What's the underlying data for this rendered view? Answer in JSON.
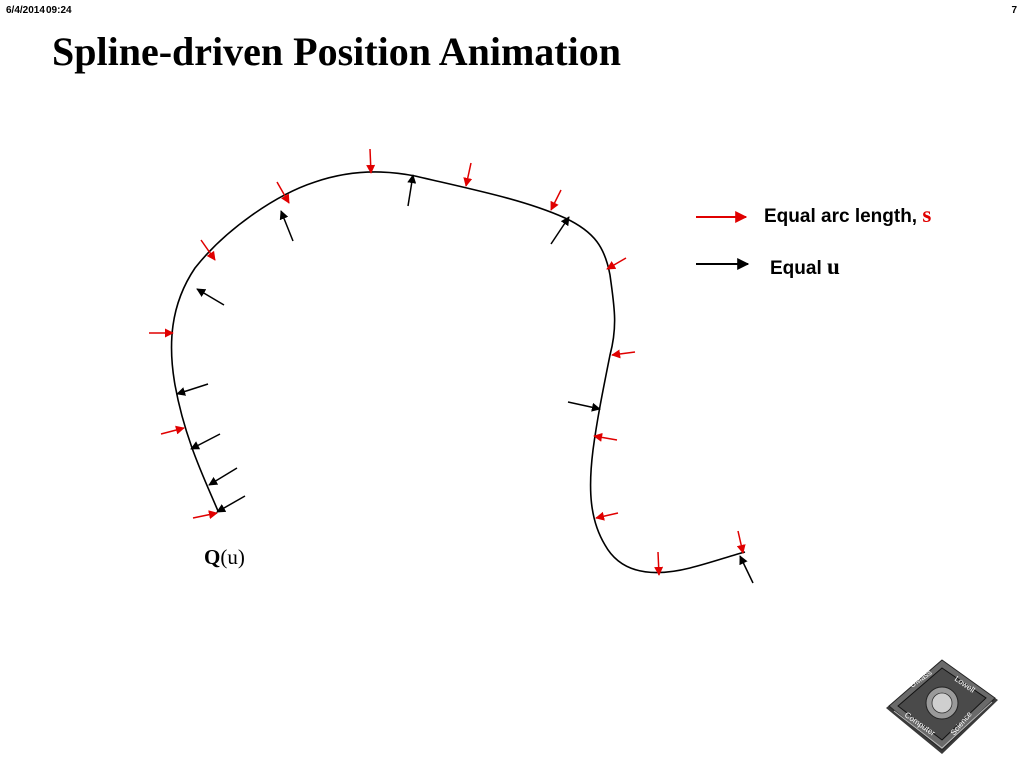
{
  "header": {
    "date": "6/4/2014",
    "time": "09:24",
    "page_number": "7"
  },
  "title": "Spline-driven Position Animation",
  "legend": {
    "arc_text": "Equal arc length, ",
    "arc_symbol": "s",
    "u_text": "Equal ",
    "u_symbol": "u"
  },
  "curve_label": {
    "symbol": "Q",
    "argument": "(u)"
  },
  "logo": {
    "top_left": "UMass",
    "top_right": "Lowell",
    "bottom_left": "Computer",
    "bottom_right": "Science"
  },
  "colors": {
    "arc_length_arrow": "#e00000",
    "parameter_arrow": "#000000",
    "curve": "#000000"
  }
}
